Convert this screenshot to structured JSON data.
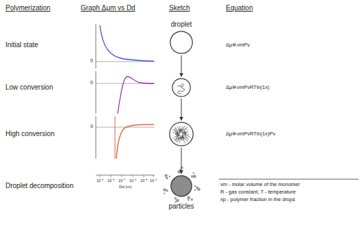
{
  "diagram": {
    "nodes": [
      {
        "text": [
          "droplet"
        ]
      },
      {
        "text": []
      },
      {
        "text": []
      },
      {
        "text": [
          "particles"
        ]
      }
    ],
    "edges": [
      {
        "from": 0,
        "to": 1,
        "arrow": "to"
      },
      {
        "from": 1,
        "to": 2,
        "arrow": "to"
      },
      {
        "from": 2,
        "to": 3,
        "arrow": "to"
      }
    ],
    "labels": [
      "Polymerization",
      "Graph Δμm vs Dd",
      "Sketch",
      "Equation",
      "Initial state",
      "Low conversion",
      "High conversion",
      "Droplet decomposition",
      "0",
      "0",
      "0",
      "10⁻⁹",
      "10⁻⁸",
      "10⁻⁷",
      "10⁻⁶",
      "10⁻⁵",
      "10⁻⁴",
      "Dd (m)",
      "Δμ≅vmPv",
      "Δμ≅vmPvRTln(1x)",
      "Δμ≅vmPvRTln(1x)Pv",
      "vm - molar volume of the monomer",
      "R - gas constant, T - temperature",
      "xp - polymer fraction in the drops"
    ]
  }
}
